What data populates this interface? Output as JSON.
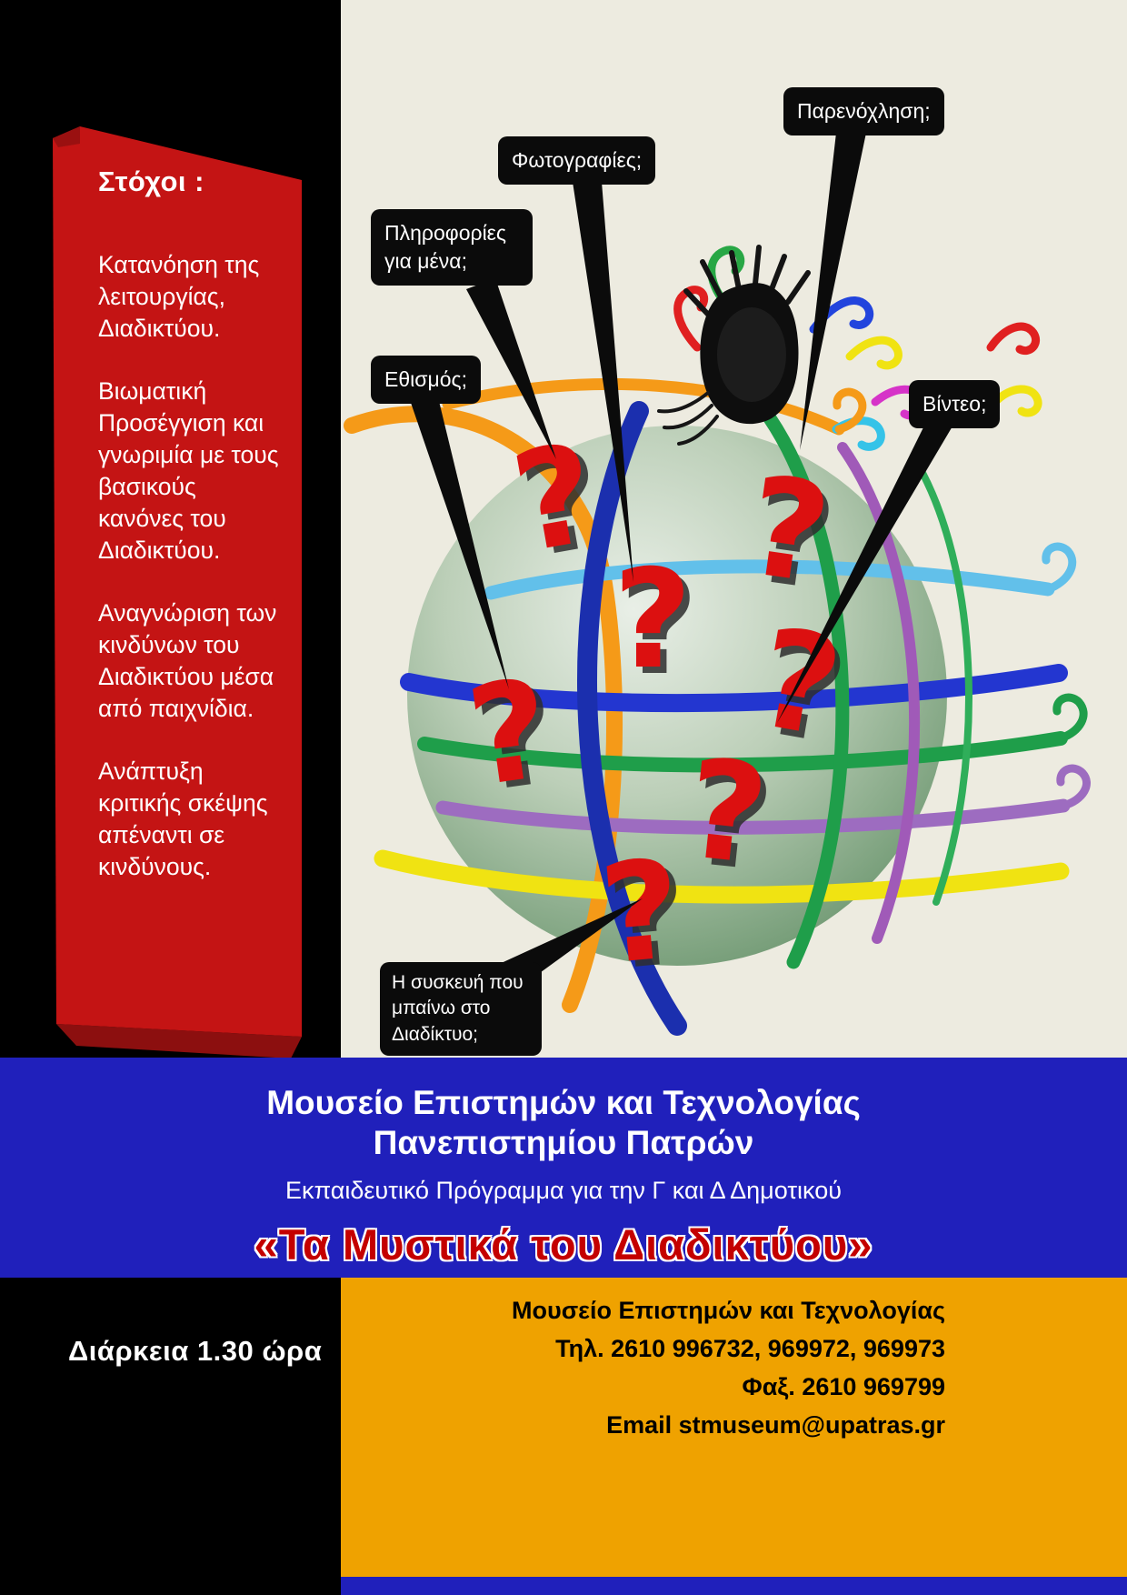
{
  "goals": {
    "title": "Στόχοι :",
    "items": [
      "Κατανόηση της λειτουργίας, Διαδικτύου.",
      "Βιωματική Προσέγγιση και γνωριμία με τους βασικούς κανόνες του Διαδικτύου.",
      "Αναγνώριση των  κινδύνων του Διαδικτύου μέσα από παιχνίδια.",
      "Ανάπτυξη κριτικής σκέψης απέναντι σε κινδύνους."
    ]
  },
  "callouts": {
    "harassment": "Παρενόχληση;",
    "photos": "Φωτογραφίες;",
    "personal_info": "Πληροφορίες\nγια μένα;",
    "addiction": "Εθισμός;",
    "video": "Βίντεο;",
    "device": "Η συσκευή που\nμπαίνω  στο\nΔιαδίκτυο;"
  },
  "globe": {
    "question_mark": "?"
  },
  "footer_blue": {
    "museum_line1": "Μουσείο  Επιστημών και Τεχνολογίας",
    "museum_line2": "Πανεπιστημίου Πατρών",
    "program": "Εκπαιδευτικό Πρόγραμμα για την Γ και Δ Δημοτικού",
    "slogan": "«Τα Μυστικά του Διαδικτύου»"
  },
  "footer_bottom": {
    "duration": "Διάρκεια  1.30 ώρα",
    "contact_name": "Μουσείο Επιστημών και Τεχνολογίας",
    "phone": "Τηλ. 2610 996732, 969972, 969973",
    "fax": "Φαξ. 2610 969799",
    "email": "Email stmuseum@upatras.gr"
  },
  "colors": {
    "ribbon_red": "#c41414",
    "band_blue": "#2020bb",
    "band_orange": "#efa200",
    "slogan_red": "#c40000",
    "question_red": "#dc1010",
    "canvas_beige": "#edebe0"
  }
}
